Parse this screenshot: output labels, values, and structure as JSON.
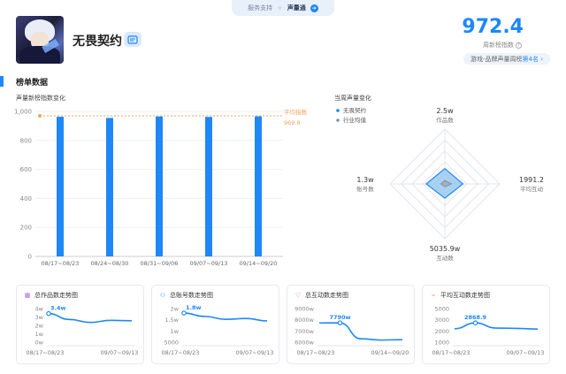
{
  "banner": {
    "left": "服务支持",
    "right": "声量通"
  },
  "header": {
    "name": "无畏契约",
    "score": "972.4",
    "score_label": "周新榜指数",
    "rank_prefix": "游戏-品牌声量周榜",
    "rank_value": "第4名"
  },
  "section": {
    "title": "榜单数据"
  },
  "colors": {
    "accent": "#1e88f5",
    "avg_line": "#f5a25d",
    "radar_fill": "#8cc3ef"
  },
  "icons": {
    "top_banner": "arrow-right-icon",
    "title_badge": "verified-badge-icon",
    "card1": "grid-icon",
    "card2": "user-icon",
    "card3": "heart-icon",
    "card4": "trend-icon"
  },
  "chart_data": [
    {
      "type": "bar",
      "title": "声量新榜指数变化",
      "categories": [
        "08/17~08/23",
        "08/24~08/30",
        "08/31~09/06",
        "09/07~09/13",
        "09/14~09/20"
      ],
      "values": [
        963,
        955,
        965,
        962,
        966
      ],
      "ylim": [
        0,
        1000
      ],
      "yticks": [
        "0",
        "200",
        "400",
        "600",
        "800",
        "1,000"
      ],
      "reference": {
        "label": "平均指数",
        "value": 969.8,
        "value_label": "969.8"
      },
      "grid": true
    },
    {
      "type": "radar",
      "title": "当周声量变化",
      "axes": [
        {
          "name": "作品数",
          "value_label": "2.5w"
        },
        {
          "name": "平均互动",
          "value_label": "1991.2"
        },
        {
          "name": "互动数",
          "value_label": "5035.9w"
        },
        {
          "name": "账号数",
          "value_label": "1.3w"
        }
      ],
      "series": [
        {
          "name": "无畏契约",
          "values": [
            0.28,
            0.33,
            0.26,
            0.34
          ]
        },
        {
          "name": "行业均值",
          "values": [
            0.06,
            0.12,
            0.05,
            0.07
          ]
        }
      ]
    },
    {
      "type": "line",
      "title": "总作品数走势图",
      "x_labels": [
        "08/17~08/23",
        "09/07~09/13"
      ],
      "yticks": [
        "0w",
        "1w",
        "2w",
        "3w",
        "4w"
      ],
      "ylim": [
        0,
        4
      ],
      "values": [
        3.4,
        2.7,
        2.35,
        2.6,
        2.55
      ],
      "peak_label": "3.4w"
    },
    {
      "type": "line",
      "title": "总账号数走势图",
      "x_labels": [
        "08/17~08/23",
        "09/07~09/13"
      ],
      "yticks": [
        "5000",
        "1w",
        "1.5w",
        "2w"
      ],
      "ylim": [
        5000,
        20000
      ],
      "values": [
        18000,
        16500,
        15200,
        15600,
        14500
      ],
      "peak_label": "1.8w"
    },
    {
      "type": "line",
      "title": "总互动数走势图",
      "x_labels": [
        "08/17~08/23",
        "09/14~09/20"
      ],
      "yticks": [
        "6000w",
        "7000w",
        "8000w",
        "9000w"
      ],
      "ylim": [
        5500,
        9500
      ],
      "values": [
        7790,
        7800,
        5900,
        5750,
        5800
      ],
      "peak_label": "7790w"
    },
    {
      "type": "line",
      "title": "平均互动数走势图",
      "x_labels": [
        "08/17~08/23",
        "09/07~09/13"
      ],
      "yticks": [
        "1000",
        "2000",
        "3000",
        "5000"
      ],
      "ylim": [
        0,
        5000
      ],
      "values": [
        2000,
        2868.9,
        2100,
        2050,
        1950
      ],
      "peak_label": "2868.9"
    }
  ]
}
